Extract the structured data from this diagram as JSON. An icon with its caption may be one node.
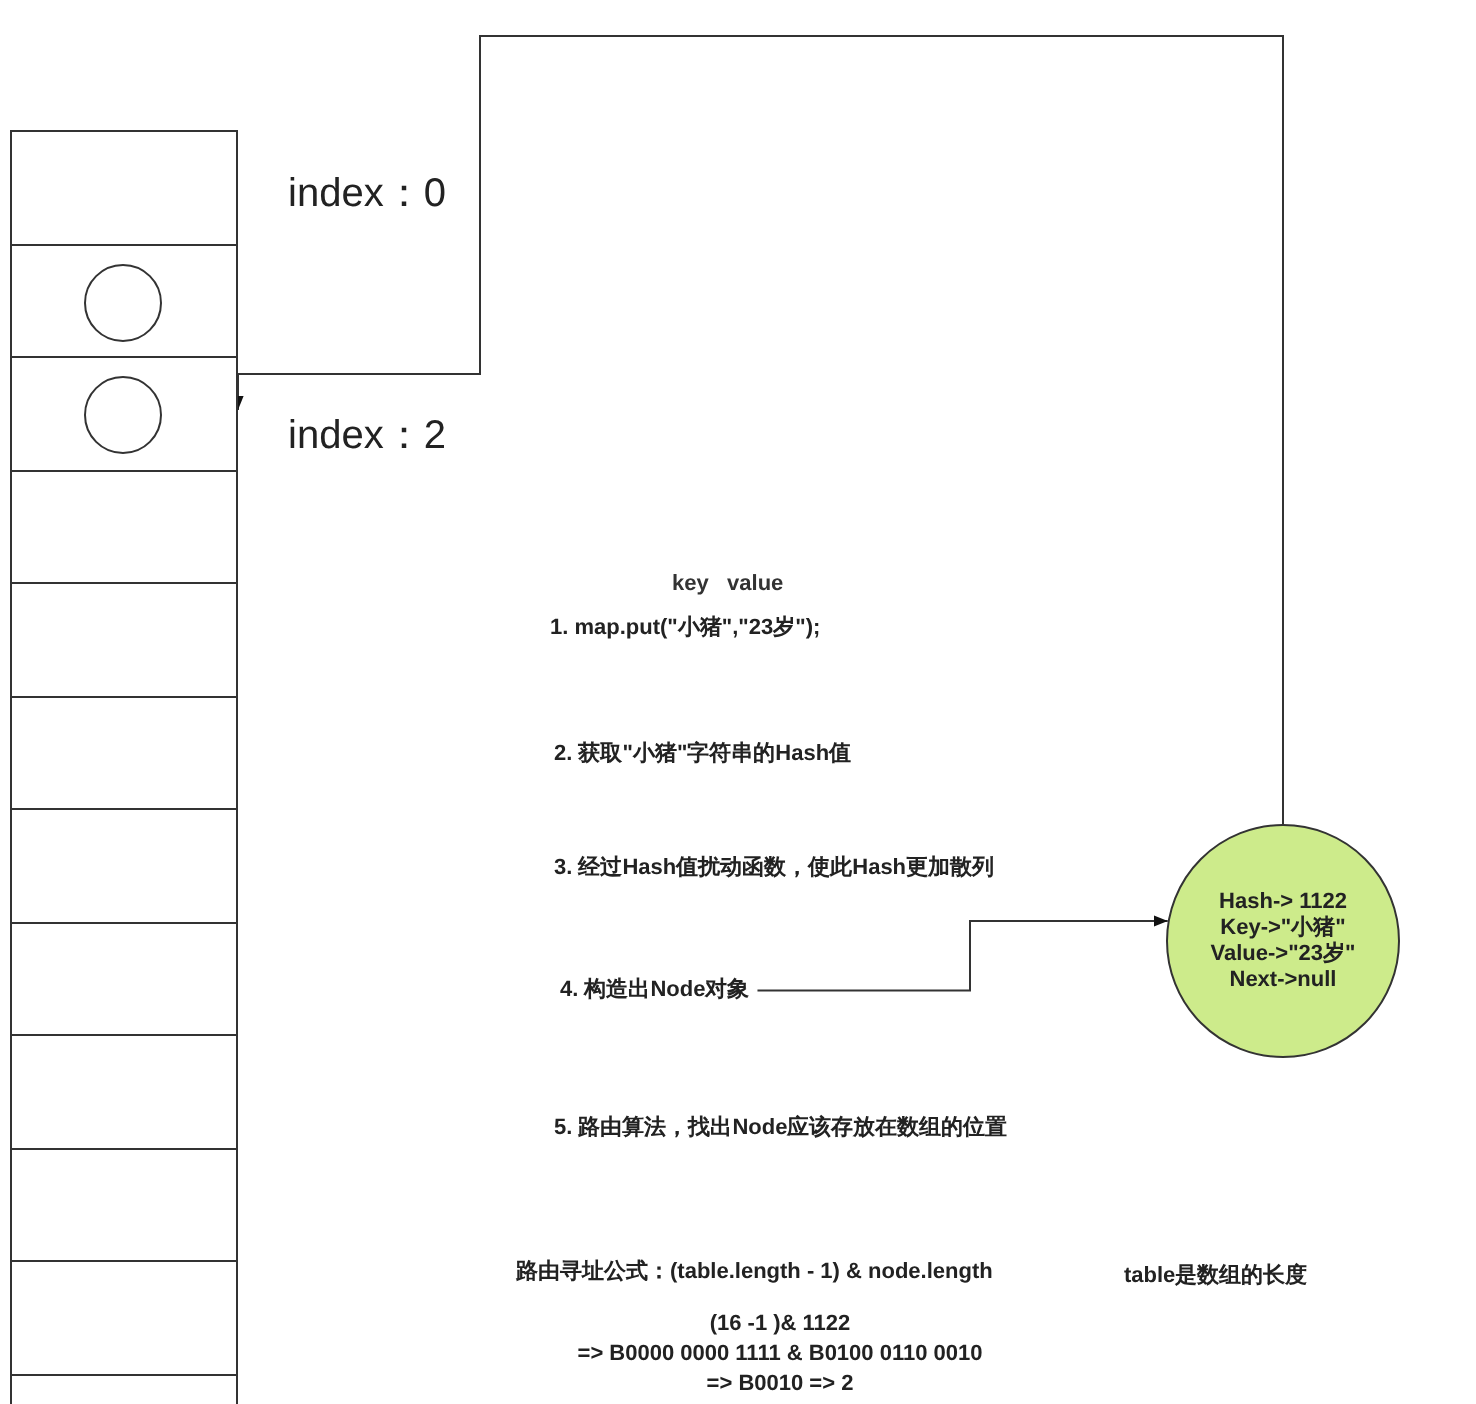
{
  "diagram": {
    "nodes": [
      {
        "text": [],
        "shape": "box"
      },
      {
        "text": [],
        "shape": "box"
      },
      {
        "text": [],
        "shape": "box"
      },
      {
        "text": [],
        "shape": "box"
      },
      {
        "text": [],
        "shape": "box"
      },
      {
        "text": [],
        "shape": "box"
      },
      {
        "text": [],
        "shape": "box"
      },
      {
        "text": [],
        "shape": "box"
      },
      {
        "text": [],
        "shape": "box"
      },
      {
        "text": [],
        "shape": "box"
      },
      {
        "text": [],
        "shape": "box"
      },
      {
        "text": [],
        "shape": "box"
      },
      {
        "text": [],
        "shape": "circle",
        "in": 1
      },
      {
        "text": [],
        "shape": "circle",
        "in": 2
      },
      {
        "text": [
          "4. 构造出Node对象"
        ]
      },
      {
        "text": [
          "Hash-> 1122",
          "Key->\"小猪\"",
          "Value->\"23岁\"",
          "Next->null"
        ]
      }
    ],
    "edges": [
      {
        "from": 14,
        "to": 15,
        "arrow": "to"
      },
      {
        "from": 15,
        "to": 2,
        "arrow": "to"
      }
    ],
    "labels": [
      "index：0",
      "index：2",
      "key   value",
      "1. map.put(\"小猪\",\"23岁\");",
      "2. 获取\"小猪\"字符串的Hash值",
      "3. 经过Hash值扰动函数，使此Hash更加散列",
      "5. 路由算法，找出Node应该存放在数组的位置",
      "路由寻址公式：(table.length - 1) & node.length",
      "table是数组的长度",
      "(16 -1 )& 1122",
      "=> B0000 0000 1111 & B0100 0110 0010",
      "=> B0010 => 2"
    ]
  }
}
